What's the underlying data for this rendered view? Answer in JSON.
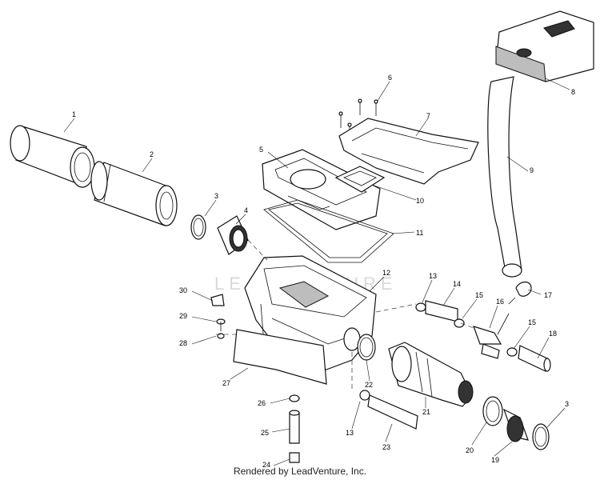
{
  "diagram": {
    "callouts": [
      "1",
      "2",
      "3",
      "4",
      "5",
      "6",
      "7",
      "8",
      "9",
      "10",
      "11",
      "12",
      "13",
      "14",
      "15",
      "16",
      "17",
      "15",
      "18",
      "30",
      "29",
      "28",
      "22",
      "27",
      "26",
      "21",
      "13",
      "25",
      "23",
      "20",
      "3",
      "19",
      "24"
    ],
    "watermark": "LEADVENTURE"
  },
  "footer": {
    "credit": "Rendered by LeadVenture, Inc."
  }
}
